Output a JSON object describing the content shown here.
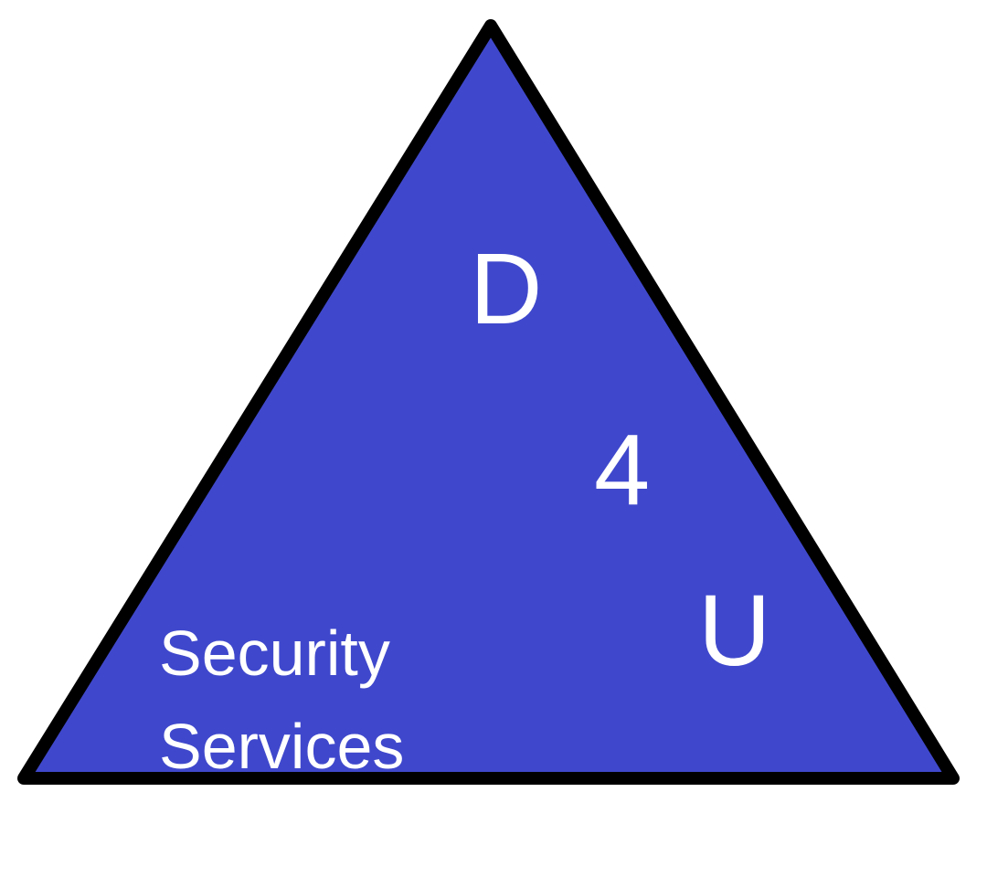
{
  "logo": {
    "letters": [
      "D",
      "4",
      "U"
    ],
    "tagline": [
      "Security",
      "Services"
    ],
    "colors": {
      "fill": "#3f48cc",
      "outline": "#000000",
      "text": "#ffffff",
      "background": "#ffffff"
    }
  }
}
